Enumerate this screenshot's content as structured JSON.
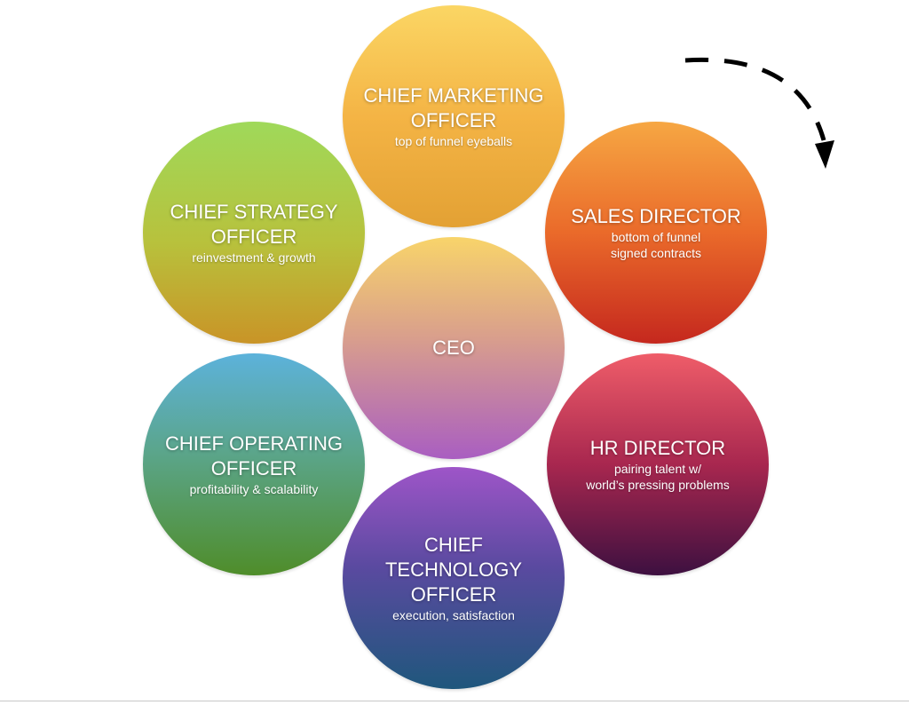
{
  "nodes": {
    "cmo": {
      "title": "CHIEF MARKETING\nOFFICER",
      "subtitle": "top of funnel eyeballs"
    },
    "sales": {
      "title": "SALES DIRECTOR",
      "subtitle": "bottom of funnel\nsigned contracts"
    },
    "cso": {
      "title": "CHIEF STRATEGY\nOFFICER",
      "subtitle": "reinvestment & growth"
    },
    "ceo": {
      "title": "CEO",
      "subtitle": ""
    },
    "coo": {
      "title": "CHIEF OPERATING\nOFFICER",
      "subtitle": "profitability & scalability"
    },
    "hr": {
      "title": "HR DIRECTOR",
      "subtitle": "pairing talent w/\nworld’s pressing problems"
    },
    "cto": {
      "title": "CHIEF\nTECHNOLOGY\nOFFICER",
      "subtitle": "execution, satisfaction"
    }
  },
  "colors": {
    "cmo": "#f4b445",
    "sales": "#ea6a2a",
    "cso": "#b8c13c",
    "ceo": "#d99f8c",
    "coo": "#5ba58a",
    "hr": "#a8274f",
    "cto": "#5a4aa0",
    "arrow": "#000000"
  },
  "icons": {
    "direction_arrow": "dashed-curved-arrow-clockwise-icon"
  }
}
